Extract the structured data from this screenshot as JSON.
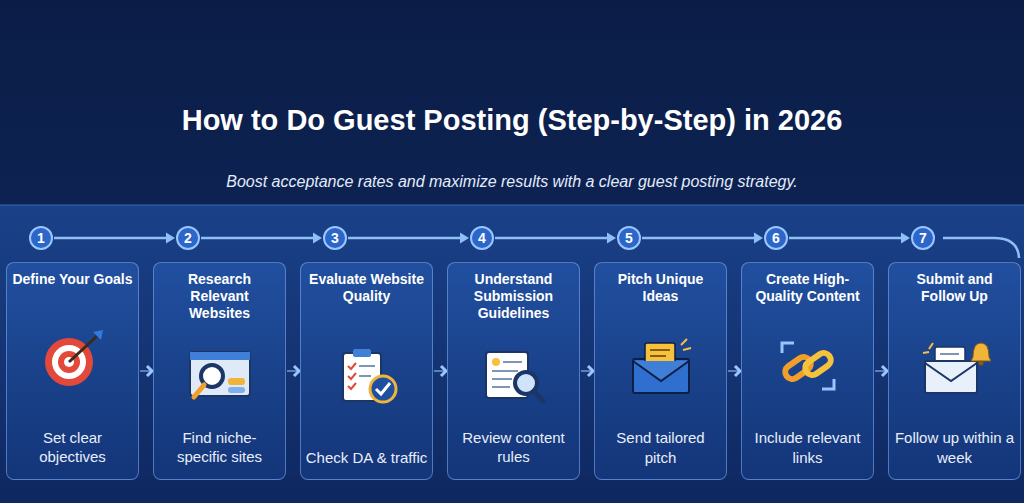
{
  "diagram": {
    "title": "How to Do Guest Posting (Step-by-Step) in 2026",
    "nodes": [
      {
        "text": [
          "1"
        ]
      },
      {
        "text": [
          "2"
        ]
      },
      {
        "text": [
          "3"
        ]
      },
      {
        "text": [
          "4"
        ]
      },
      {
        "text": [
          "5"
        ]
      },
      {
        "text": [
          "6"
        ]
      },
      {
        "text": [
          "7"
        ]
      },
      {
        "text": [
          "Define Your Goals",
          "Set clear objectives"
        ]
      },
      {
        "text": [
          "Research Relevant Websites",
          "Find niche-specific sites"
        ]
      },
      {
        "text": [
          "Evaluate Website Quality",
          "Check DA & traffic"
        ]
      },
      {
        "text": [
          "Understand Submission Guidelines",
          "Review content rules"
        ]
      },
      {
        "text": [
          "Pitch Unique Ideas",
          "Send tailored pitch"
        ]
      },
      {
        "text": [
          "Create High-Quality Content",
          "Include relevant links"
        ]
      },
      {
        "text": [
          "Submit and Follow Up",
          "Follow up within a week"
        ]
      }
    ],
    "edges": [
      {
        "from": 0,
        "to": 1,
        "arrow": "to"
      },
      {
        "from": 1,
        "to": 2,
        "arrow": "to"
      },
      {
        "from": 2,
        "to": 3,
        "arrow": "to"
      },
      {
        "from": 3,
        "to": 4,
        "arrow": "to"
      },
      {
        "from": 4,
        "to": 5,
        "arrow": "to"
      },
      {
        "from": 5,
        "to": 6,
        "arrow": "to"
      },
      {
        "from": 7,
        "to": 8,
        "arrow": "to"
      },
      {
        "from": 8,
        "to": 9,
        "arrow": "to"
      },
      {
        "from": 9,
        "to": 10,
        "arrow": "to"
      },
      {
        "from": 10,
        "to": 11,
        "arrow": "to"
      },
      {
        "from": 11,
        "to": 12,
        "arrow": "to"
      },
      {
        "from": 12,
        "to": 13,
        "arrow": "to"
      }
    ],
    "labels": [
      "Boost acceptance rates and maximize results with a clear guest posting strategy."
    ]
  }
}
